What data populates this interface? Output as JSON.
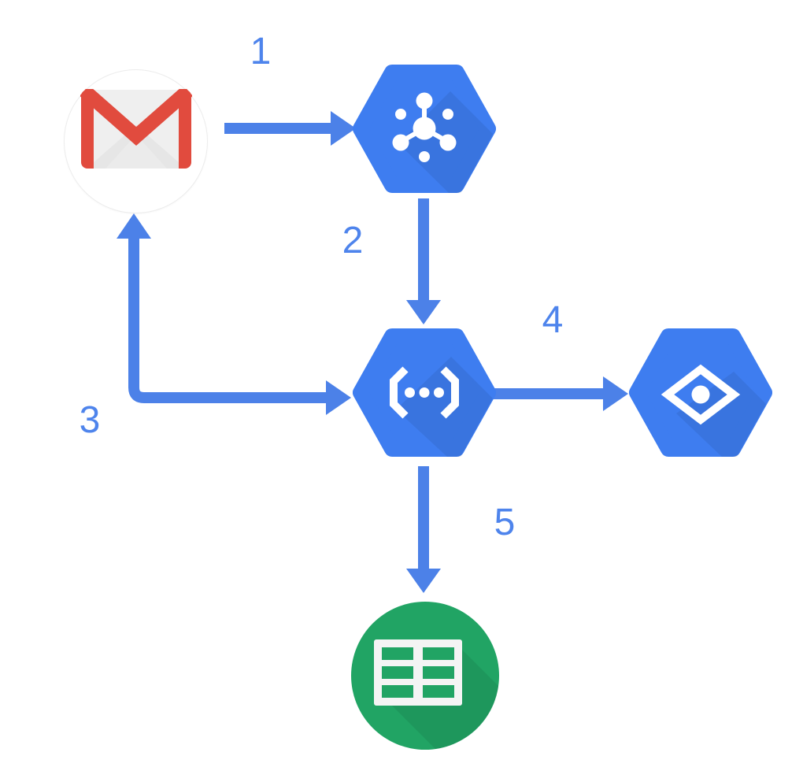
{
  "diagram": {
    "steps": [
      {
        "label": "1",
        "from": "gmail",
        "to": "cloud-pubsub"
      },
      {
        "label": "2",
        "from": "cloud-pubsub",
        "to": "cloud-functions"
      },
      {
        "label": "3",
        "from": "cloud-functions",
        "to": "gmail",
        "style": "elbow-double-headed"
      },
      {
        "label": "4",
        "from": "cloud-functions",
        "to": "cloud-vision-api"
      },
      {
        "label": "5",
        "from": "cloud-functions",
        "to": "google-sheets"
      }
    ],
    "nodes": [
      {
        "id": "gmail",
        "icon": "gmail-icon",
        "shape": "circle"
      },
      {
        "id": "cloud-pubsub",
        "icon": "pubsub-icon",
        "shape": "hexagon"
      },
      {
        "id": "cloud-functions",
        "icon": "cloud-functions-icon",
        "shape": "hexagon"
      },
      {
        "id": "cloud-vision-api",
        "icon": "vision-api-icon",
        "shape": "hexagon"
      },
      {
        "id": "google-sheets",
        "icon": "sheets-icon",
        "shape": "circle"
      }
    ],
    "colors": {
      "arrow": "#4C81E8",
      "label": "#4E84EC",
      "hexagon_blue": "#3E7DF0",
      "gmail_red": "#E14B3E",
      "envelope_gray": "#EFEFEF",
      "sheets_green": "#21A464",
      "icon_white": "#FFFFFF",
      "background": "#FFFFFF"
    }
  }
}
